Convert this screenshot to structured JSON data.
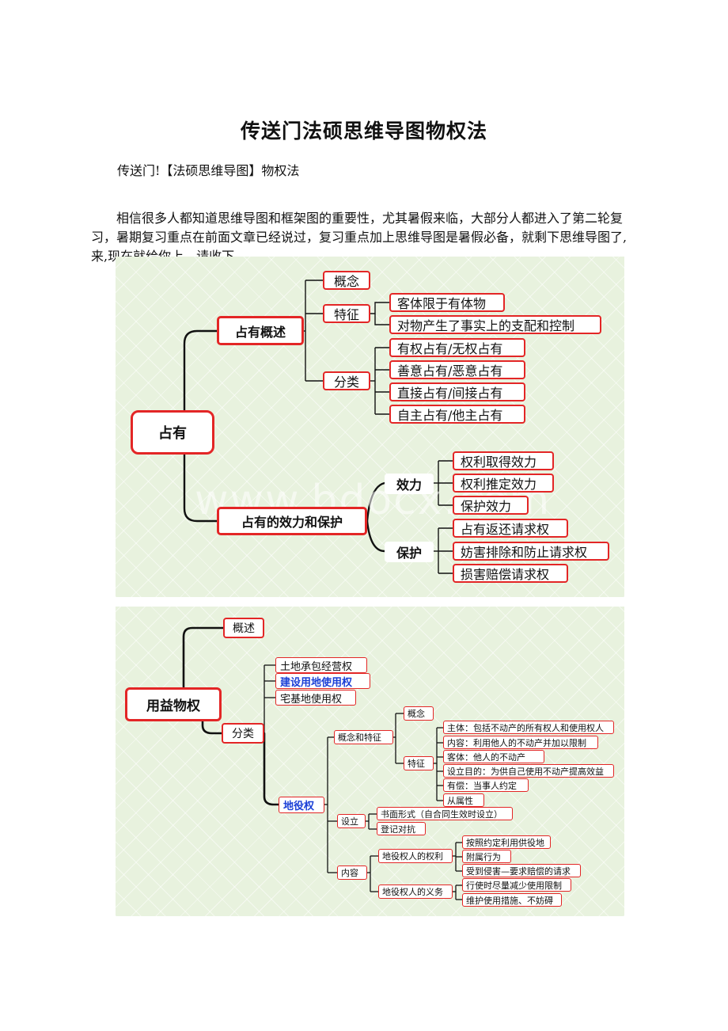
{
  "page": {
    "title": "传送门法硕思维导图物权法",
    "subtitle": "传送门!【法硕思维导图】物权法",
    "intro": "相信很多人都知道思维导图和框架图的重要性，尤其暑假来临，大部分人都进入了第二轮复习，暑期复习重点在前面文章已经说过，复习重点加上思维导图是暑假必备，就剩下思维导图了,来,现在就给你上，请收下。"
  },
  "map1": {
    "watermark": "www.bdocx.com",
    "root": "占有",
    "overview": {
      "label": "占有概述",
      "concept": "概念",
      "features": {
        "label": "特征",
        "items": [
          "客体限于有体物",
          "对物产生了事实上的支配和控制"
        ]
      },
      "categories": {
        "label": "分类",
        "items": [
          "有权占有/无权占有",
          "善意占有/恶意占有",
          "直接占有/间接占有",
          "自主占有/他主占有"
        ]
      }
    },
    "effect": {
      "label": "占有的效力和保护",
      "effectiveness": {
        "label": "效力",
        "items": [
          "权利取得效力",
          "权利推定效力",
          "保护效力"
        ]
      },
      "protection": {
        "label": "保护",
        "items": [
          "占有返还请求权",
          "妨害排除和防止请求权",
          "损害赔偿请求权"
        ]
      }
    }
  },
  "map2": {
    "root": "用益物权",
    "overview": "概述",
    "categories": {
      "label": "分类",
      "items": [
        "土地承包经营权",
        "建设用地使用权",
        "宅基地使用权"
      ],
      "easement": {
        "label": "地役权",
        "concept_features": {
          "label": "概念和特征",
          "concept": "概念",
          "features": {
            "label": "特征",
            "items": [
              "主体：包括不动产的所有权人和使用权人",
              "内容：利用他人的不动产并加以限制",
              "客体：他人的不动产",
              "设立目的：为供自己使用不动产提高效益",
              "有偿：当事人约定",
              "从属性"
            ]
          }
        },
        "establishment": {
          "label": "设立",
          "items": [
            "书面形式（自合同生效时设立）",
            "登记对抗"
          ]
        },
        "content": {
          "label": "内容",
          "rights": {
            "label": "地役权人的权利",
            "items": [
              "按照约定利用供役地",
              "附属行为",
              "受到侵害—要求赔偿的请求"
            ]
          },
          "duties": {
            "label": "地役权人的义务",
            "items": [
              "行使时尽量减少使用限制",
              "维护使用措施、不妨碍"
            ]
          }
        }
      }
    }
  },
  "colors": {
    "border": "#e32626",
    "highlight": "#1a3fd6",
    "background": "#e8f2de"
  }
}
